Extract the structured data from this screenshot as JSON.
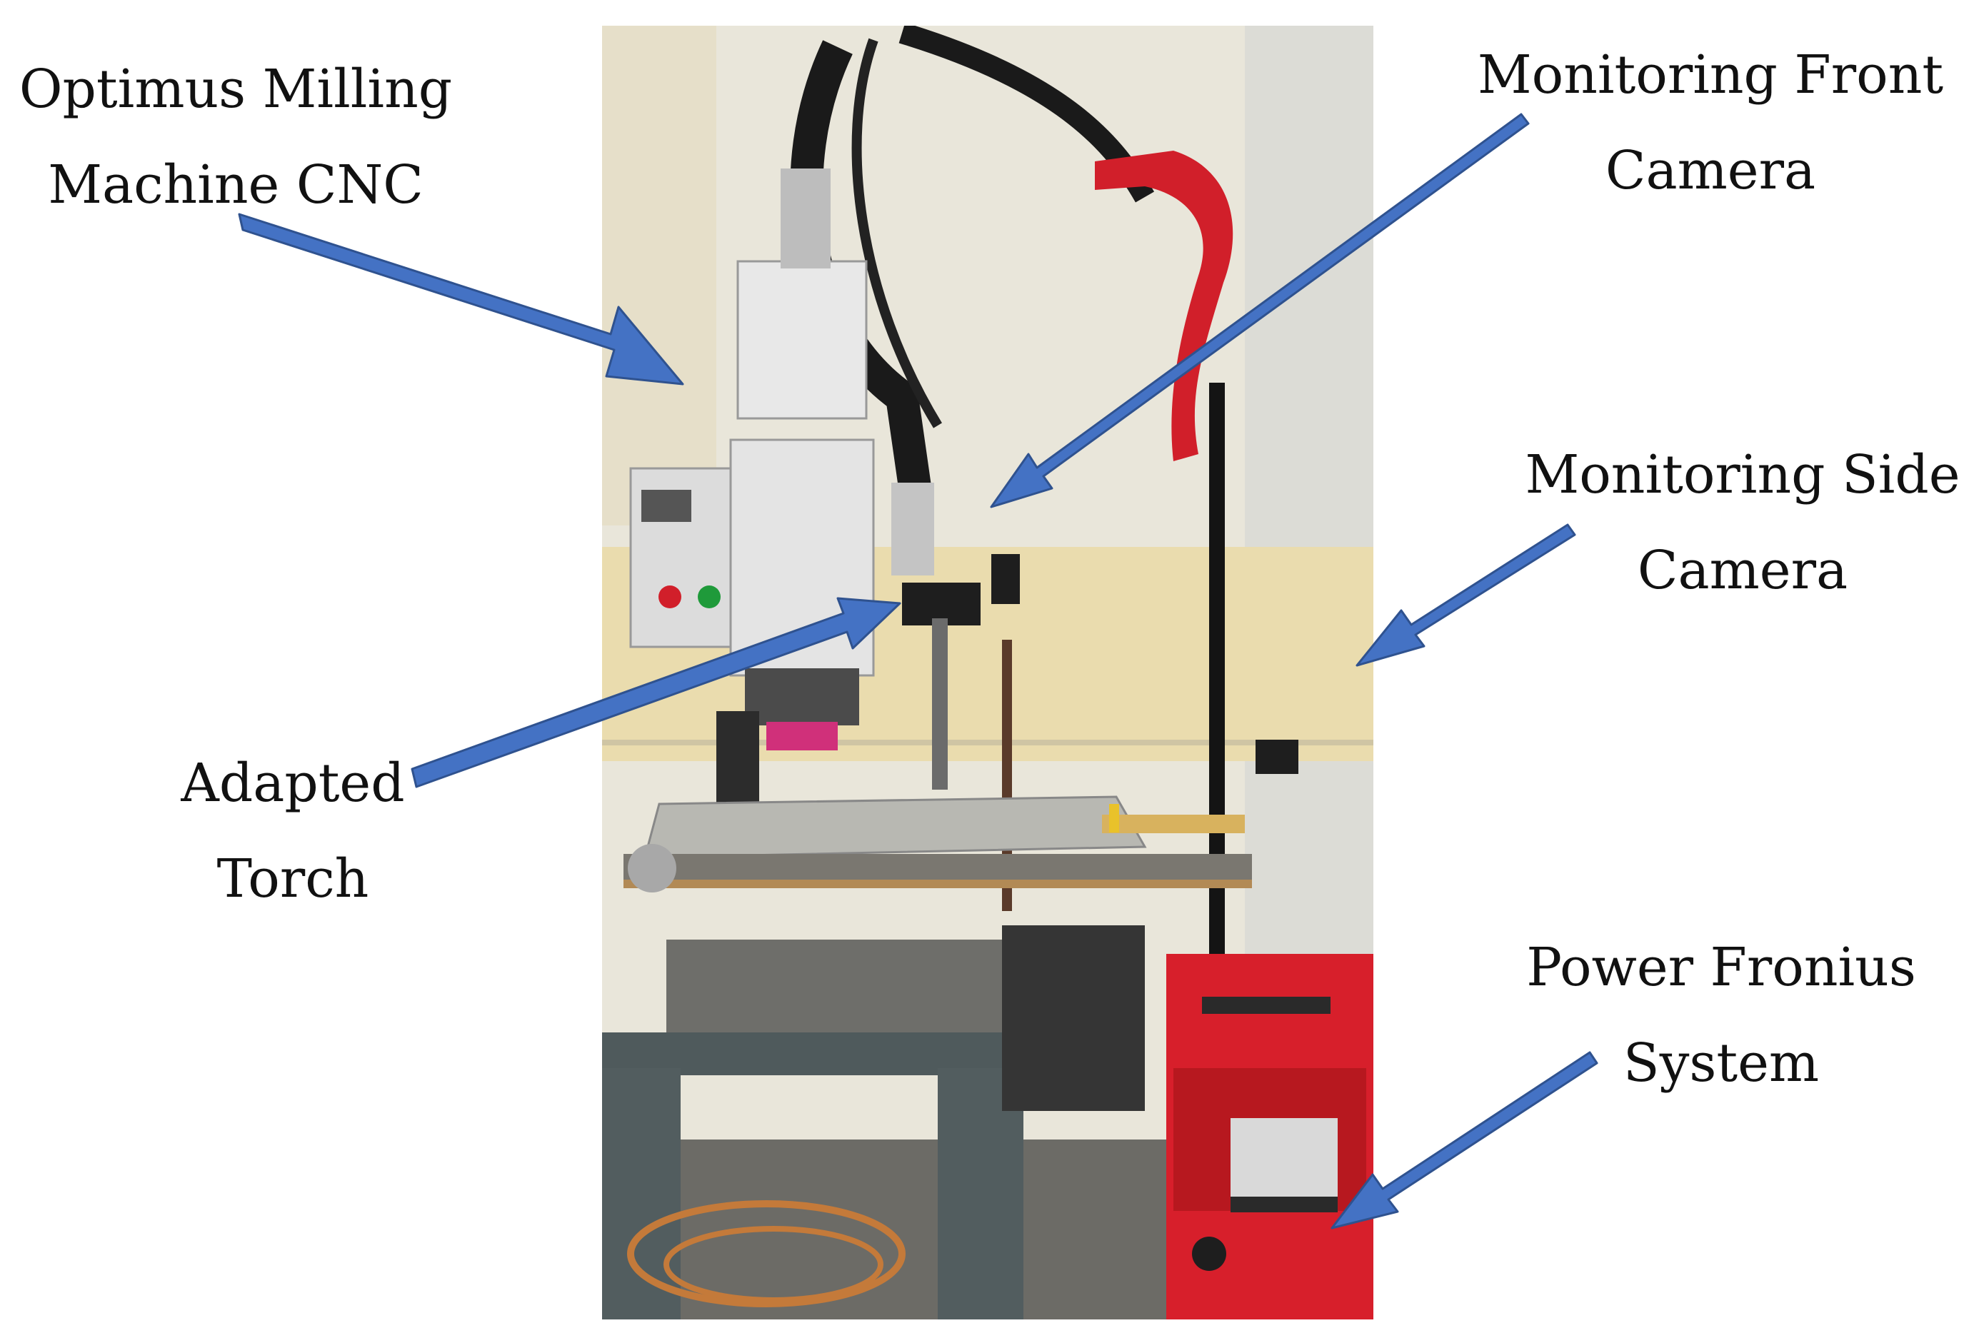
{
  "labels": {
    "cnc": {
      "line1": "Optimus Milling",
      "line2": "Machine CNC"
    },
    "front_camera": {
      "line1": "Monitoring Front",
      "line2": "Camera"
    },
    "side_camera": {
      "line1": "Monitoring Side",
      "line2": "Camera"
    },
    "torch": {
      "line1": "Adapted",
      "line2": "Torch"
    },
    "power": {
      "line1": "Power Fronius",
      "line2": "System"
    }
  },
  "arrow_color": "#4472c4",
  "arrow_outline": "#2f528f"
}
